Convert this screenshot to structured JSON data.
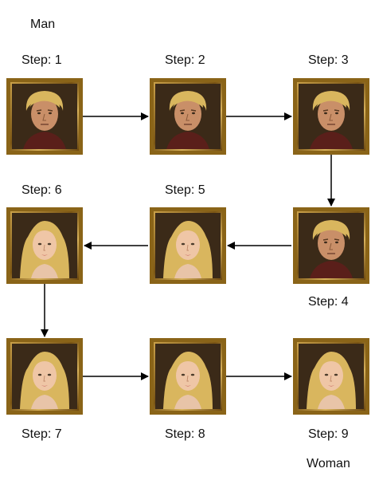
{
  "labels": {
    "start": "Man",
    "end": "Woman"
  },
  "steps": [
    {
      "label": "Step: 1",
      "face": "man"
    },
    {
      "label": "Step: 2",
      "face": "man"
    },
    {
      "label": "Step: 3",
      "face": "man"
    },
    {
      "label": "Step: 4",
      "face": "man"
    },
    {
      "label": "Step: 5",
      "face": "woman"
    },
    {
      "label": "Step: 6",
      "face": "woman"
    },
    {
      "label": "Step: 7",
      "face": "woman"
    },
    {
      "label": "Step: 8",
      "face": "woman"
    },
    {
      "label": "Step: 9",
      "face": "woman"
    }
  ],
  "colors": {
    "frame": "#8a6418",
    "arrow": "#000000",
    "hair": "#d9b65e",
    "skin_man": "#c98f68",
    "skin_woman": "#efc6a6",
    "background": "#3b2a18"
  }
}
